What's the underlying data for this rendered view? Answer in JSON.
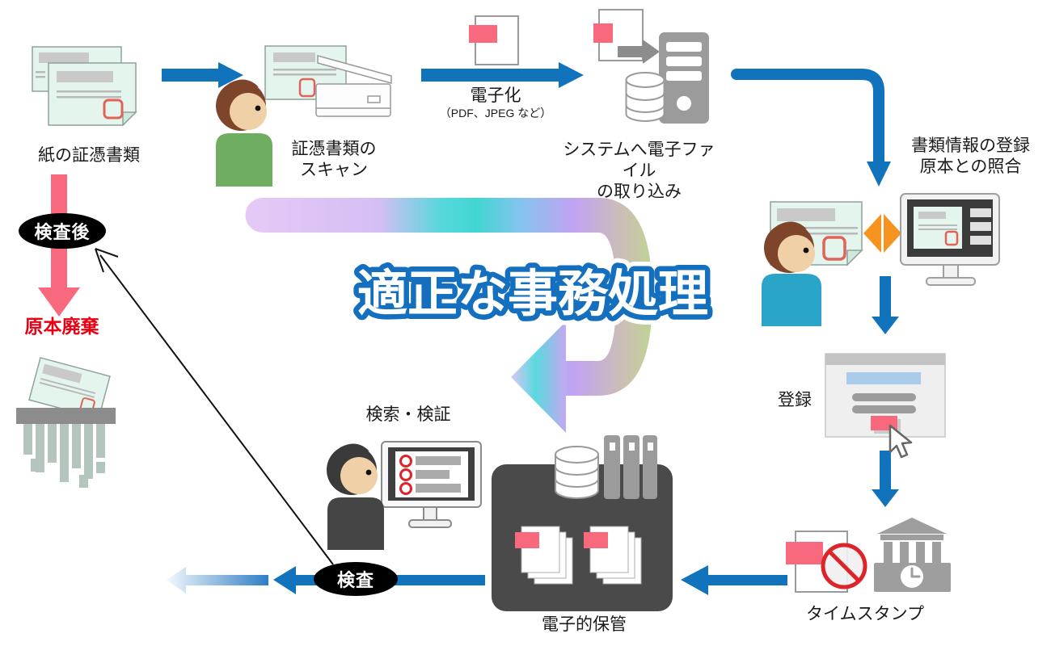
{
  "labels": {
    "paper_documents": "紙の証憑書類",
    "scan_line1": "証憑書類の",
    "scan_line2": "スキャン",
    "digitize": "電子化",
    "digitize_sub": "（PDF、JPEG など）",
    "import_line1": "システムへ電子ファイル",
    "import_line2": "の取り込み",
    "register_info_line1": "書類情報の登録",
    "register_info_line2": "原本との照合",
    "register": "登録",
    "timestamp": "タイムスタンプ",
    "storage": "電子的保管",
    "search_verify": "検索・検証",
    "inspection": "検査",
    "after_inspection": "検査後",
    "discard_original": "原本廃棄",
    "center_title": "適正な事務処理"
  },
  "colors": {
    "flow_arrow_blue": "#1273BD",
    "pink_stamp": "#F9697E",
    "discard_red": "#E60012",
    "prohibition_red": "#DD2428",
    "compare_orange": "#F5941F",
    "mint_document": "#E4F5EE",
    "storage_box_gray": "#4A4A4A",
    "device_gray": "#9B9B9B",
    "title_blue": "#1470BE",
    "loop_gradient": [
      "#E4C8F6",
      "#41D6D2",
      "#7FC0EE",
      "#C2A3F2",
      "#BFD394"
    ]
  },
  "icons": {
    "documents": "paper-documents-icon",
    "person_green": "worker-green-icon",
    "scanner": "flatbed-scanner-icon",
    "stamped_file": "stamped-file-icon",
    "server_database": "server-database-icon",
    "person_teal": "worker-teal-icon",
    "compare": "compare-arrows-icon",
    "monitor": "monitor-preview-icon",
    "register_form": "form-window-icon",
    "cursor": "mouse-cursor-icon",
    "timestamp_authority": "clock-building-icon",
    "prohibition": "no-sign-icon",
    "storage_box": "electronic-archive-icon",
    "checklist_monitor": "checklist-monitor-icon",
    "person_dark": "inspector-icon",
    "shredder": "shredder-icon",
    "loop_arrow": "rainbow-loop-arrow"
  }
}
